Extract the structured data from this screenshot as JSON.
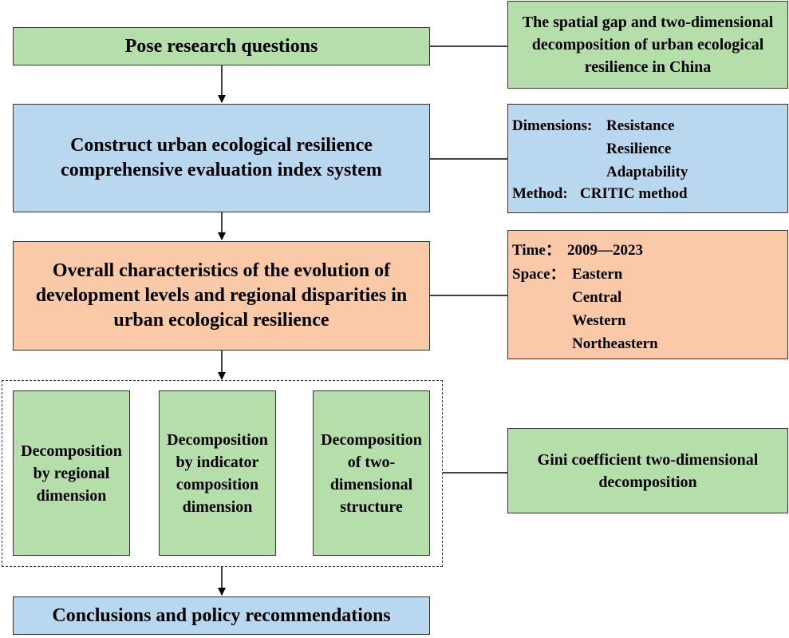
{
  "main": {
    "pose": "Pose research questions",
    "construct": [
      "Construct urban ecological resilience",
      "comprehensive evaluation index system"
    ],
    "overall": [
      "Overall characteristics of the evolution of",
      "development levels and regional disparities in",
      "urban ecological resilience"
    ],
    "decomp_regional": [
      "Decomposition",
      "by regional",
      "dimension"
    ],
    "decomp_indicator": [
      "Decomposition",
      "by indicator",
      "composition",
      "dimension"
    ],
    "decomp_structure": [
      "Decomposition",
      "of two-",
      "dimensional",
      "structure"
    ],
    "conclusions": "Conclusions and policy recommendations"
  },
  "side": {
    "spatial_gap": [
      "The spatial gap and two-dimensional",
      "decomposition of urban ecological",
      "resilience in China"
    ],
    "dimensions_label": "Dimensions:",
    "dimensions": [
      "Resistance",
      "Resilience",
      "Adaptability"
    ],
    "method_label": "Method:",
    "method": "CRITIC method",
    "time_label": "Time：",
    "time": "2009—2023",
    "space_label": "Space：",
    "space": [
      "Eastern",
      "Central",
      "Western",
      "Northeastern"
    ],
    "gini": [
      "Gini coefficient two-dimensional",
      "decomposition"
    ]
  },
  "colors": {
    "green": "#b5deaa",
    "blue": "#b9d7ef",
    "orange": "#f9c9a8"
  }
}
